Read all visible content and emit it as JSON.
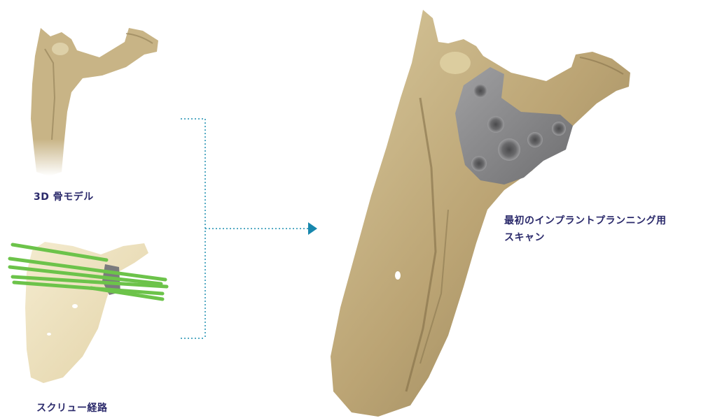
{
  "labels": {
    "bone_model": "3D 骨モデル",
    "screw_path": "スクリュー経路",
    "scan_line1": "最初のインプラントプランニング用",
    "scan_line2": "スキャン"
  },
  "colors": {
    "label_text": "#2b2a6b",
    "connector": "#1f8fb0",
    "arrow": "#1787ad",
    "bone": "#c8b486",
    "bone_shadow": "#8f7d55",
    "implant": "#8a8a8c",
    "screws": "#6cc34a"
  },
  "icons": [
    "bone-model-image",
    "screw-path-image",
    "implant-scan-image",
    "arrow-right-icon"
  ]
}
